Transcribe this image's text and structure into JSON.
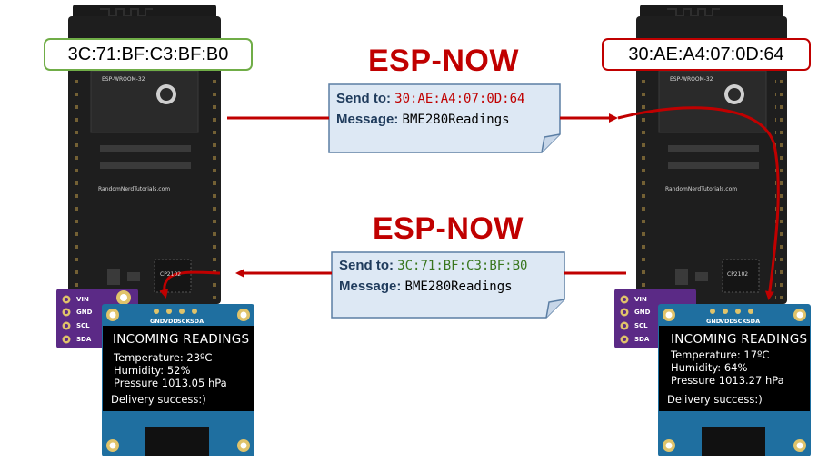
{
  "left_board": {
    "mac": "3C:71:BF:C3:BF:B0",
    "mac_border": "#70ad47",
    "module_label": "ESP-WROOM-32",
    "silkscreen": "RandomNerdTutorials.com",
    "usb_chip": "CP2102",
    "bme_pins": [
      "VIN",
      "GND",
      "SCL",
      "SDA"
    ],
    "oled_pins": [
      "GND",
      "VDD",
      "SCK",
      "SDA"
    ],
    "display": {
      "title": "INCOMING  READINGS",
      "temperature": "Temperature: 23ºC",
      "humidity": "Humidity: 52%",
      "pressure": "Pressure 1013.05 hPa",
      "status": "Delivery success:)"
    }
  },
  "right_board": {
    "mac": "30:AE:A4:07:0D:64",
    "mac_border": "#c00000",
    "module_label": "ESP-WROOM-32",
    "silkscreen": "RandomNerdTutorials.com",
    "usb_chip": "CP2102",
    "bme_pins": [
      "VIN",
      "GND",
      "SCL",
      "SDA"
    ],
    "oled_pins": [
      "GND",
      "VDD",
      "SCK",
      "SDA"
    ],
    "display": {
      "title": "INCOMING  READINGS",
      "temperature": "Temperature: 17ºC",
      "humidity": "Humidity: 64%",
      "pressure": "Pressure 1013.27 hPa",
      "status": "Delivery success:)"
    }
  },
  "top_link": {
    "protocol": "ESP-NOW",
    "send_to_label": "Send to:",
    "send_to_value": "30:AE:A4:07:0D:64",
    "send_to_color": "#c00000",
    "message_label": "Message:",
    "message_value": "BME280Readings"
  },
  "bottom_link": {
    "protocol": "ESP-NOW",
    "send_to_label": "Send to:",
    "send_to_value": "3C:71:BF:C3:BF:B0",
    "send_to_color": "#38761d",
    "message_label": "Message:",
    "message_value": "BME280Readings"
  },
  "colors": {
    "arrow": "#c00000",
    "board": "#1e1e1e",
    "note_fill": "#dde8f4",
    "note_border": "#5b7ea4",
    "oled_pcb": "#1f6fa0",
    "bme_pcb": "#5b2a86"
  }
}
